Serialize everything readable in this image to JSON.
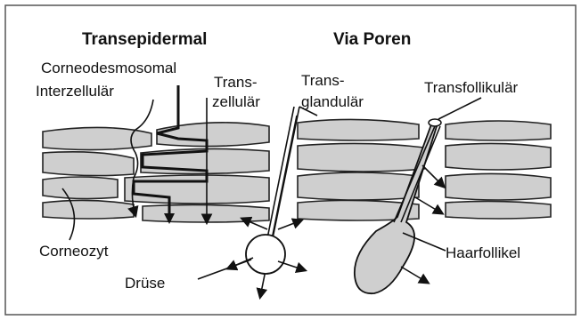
{
  "headers": {
    "transepidermal": "Transepidermal",
    "via_poren": "Via Poren"
  },
  "labels": {
    "corneodesmosomal": "Corneodesmosomal",
    "interzellular": "Interzellulär",
    "trans_zellular_1": "Trans-",
    "trans_zellular_2": "zellulär",
    "trans_glandular_1": "Trans-",
    "trans_glandular_2": "glandulär",
    "transfollikular": "Transfollikulär",
    "corneozyt": "Corneozyt",
    "haarfollikel": "Haarfollikel",
    "druese": "Drüse"
  },
  "colors": {
    "cell_fill": "#cfcfcf",
    "stroke": "#111111",
    "frame": "#555555"
  }
}
